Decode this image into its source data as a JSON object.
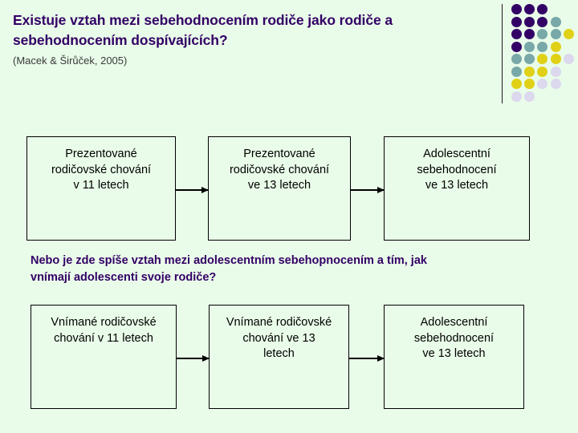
{
  "slide": {
    "background_color": "#e9fce9",
    "header": {
      "title_lines": [
        "Existuje vztah mezi sebehodnocením rodiče jako rodiče a",
        "sebehodnocením dospívajících?"
      ],
      "title_color": "#330066",
      "citation": "(Macek & Širůček, 2005)"
    },
    "decoration": {
      "divider_color": "#1a1a1a",
      "palette": {
        "purple": "#330066",
        "teal": "#79a8a8",
        "yellow": "#e0d117",
        "lavender": "#dcd8ee"
      },
      "dot_rows": [
        [
          "purple",
          "purple",
          "purple"
        ],
        [
          "purple",
          "purple",
          "purple",
          "teal"
        ],
        [
          "purple",
          "purple",
          "teal",
          "teal",
          "yellow"
        ],
        [
          "purple",
          "teal",
          "teal",
          "yellow"
        ],
        [
          "teal",
          "teal",
          "yellow",
          "yellow",
          "lavender"
        ],
        [
          "teal",
          "yellow",
          "yellow",
          "lavender"
        ],
        [
          "yellow",
          "yellow",
          "lavender",
          "lavender"
        ],
        [
          "lavender",
          "lavender"
        ]
      ]
    },
    "flow_row_1": {
      "boxes": [
        {
          "lines": [
            "Prezentované",
            "rodičovské chování",
            "v 11 letech"
          ]
        },
        {
          "lines": [
            "Prezentované",
            "rodičovské chování",
            "ve 13 letech"
          ]
        },
        {
          "lines": [
            "Adolescentní",
            "sebehodnocení",
            "ve 13 letech"
          ]
        }
      ]
    },
    "middle_question": {
      "lines": [
        "Nebo je zde spíše vztah mezi adolescentním sebehopnocením a tím, jak",
        "vnímají adolescenti svoje rodiče?"
      ],
      "color": "#330066"
    },
    "flow_row_2": {
      "boxes": [
        {
          "lines": [
            "Vnímané rodičovské",
            "chování v 11 letech"
          ]
        },
        {
          "lines": [
            "Vnímané rodičovské",
            "chování ve 13",
            "letech"
          ]
        },
        {
          "lines": [
            "Adolescentní",
            "sebehodnocení",
            "ve 13 letech"
          ]
        }
      ]
    }
  }
}
